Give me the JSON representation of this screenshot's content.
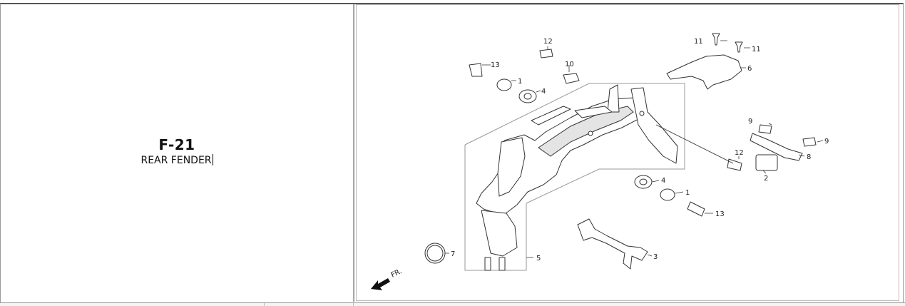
{
  "section": {
    "code": "F-21",
    "title": "REAR FENDER"
  },
  "diagram": {
    "callouts": {
      "c1a": "1",
      "c1b": "1",
      "c2": "2",
      "c3": "3",
      "c4a": "4",
      "c4b": "4",
      "c5": "5",
      "c6": "6",
      "c7": "7",
      "c8": "8",
      "c9a": "9",
      "c9b": "9",
      "c10": "10",
      "c11a": "11",
      "c11b": "11",
      "c12a": "12",
      "c12b": "12",
      "c13a": "13",
      "c13b": "13"
    },
    "direction_label": "FR.",
    "line_color": "#333333"
  }
}
